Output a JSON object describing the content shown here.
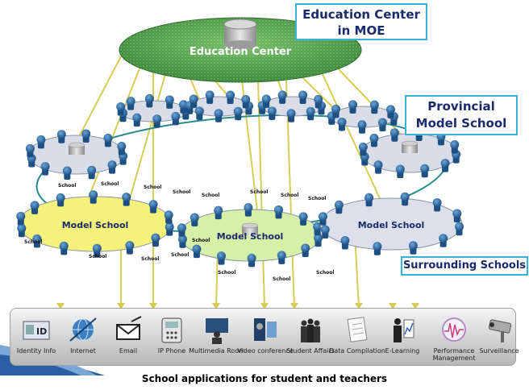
{
  "callouts": {
    "moe": "Education Center in MOE",
    "provincial": "Provincial Model School",
    "surrounding": "Surrounding Schools"
  },
  "center_label": "Education Center",
  "model_school_label": "Model School",
  "school_label": "School",
  "applications": [
    {
      "label": "Identity Info",
      "icon": "id-card-icon"
    },
    {
      "label": "Internet",
      "icon": "globe-icon"
    },
    {
      "label": "Email",
      "icon": "envelope-icon"
    },
    {
      "label": "IP Phone",
      "icon": "phone-icon"
    },
    {
      "label": "Multimedia Room",
      "icon": "presenter-icon"
    },
    {
      "label": "Video conference",
      "icon": "video-icon"
    },
    {
      "label": "Student Affairs",
      "icon": "people-icon"
    },
    {
      "label": "Data Compilation",
      "icon": "document-icon"
    },
    {
      "label": "E-Learning",
      "icon": "learner-icon"
    },
    {
      "label": "Performance Management",
      "icon": "chart-icon"
    },
    {
      "label": "Surveillance",
      "icon": "camera-icon"
    }
  ],
  "caption": "School applications for student and teachers",
  "colors": {
    "center": "#4f9a4a",
    "provincial_ring": "#d9dde8",
    "model_yellow": "#f4f27a",
    "model_green": "#d6f0a8",
    "model_grey": "#dce0ea",
    "node": "#2c6ea3",
    "link": "#d8cc55",
    "ring": "#2a8c8c",
    "callout_border": "#39b1d8"
  }
}
